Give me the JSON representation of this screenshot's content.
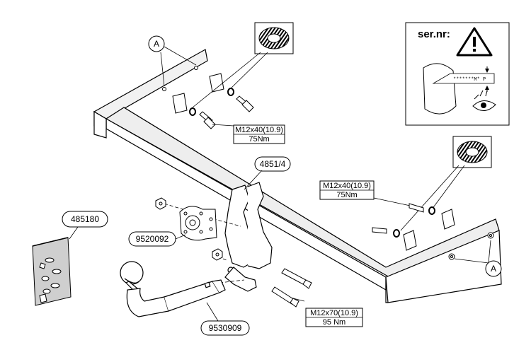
{
  "labels": {
    "circle_a_top": "A",
    "circle_a_right": "A",
    "bar_part": "4851/4",
    "bolts_top": "M12x40(10.9)",
    "torque_top": "75Nm",
    "bolts_right": "M12x40(10.9)",
    "torque_right": "75Nm",
    "bolts_bottom": "M12x70(10.9)",
    "torque_bottom": "95 Nm",
    "kit_part": "485180",
    "socket_plate_part": "9520092",
    "ball_part": "9530909",
    "serial_title": "ser.nr:",
    "serial_plate_text": "*******M* P"
  },
  "icons": [
    "warning-triangle-icon",
    "eye-icon",
    "serrated-washer-icon"
  ]
}
